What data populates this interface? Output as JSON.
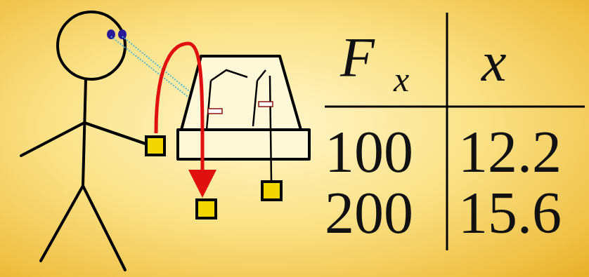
{
  "diagram": {
    "labels": [
      "F",
      "x",
      "x",
      "100",
      "12.2",
      "200",
      "15.6"
    ]
  }
}
